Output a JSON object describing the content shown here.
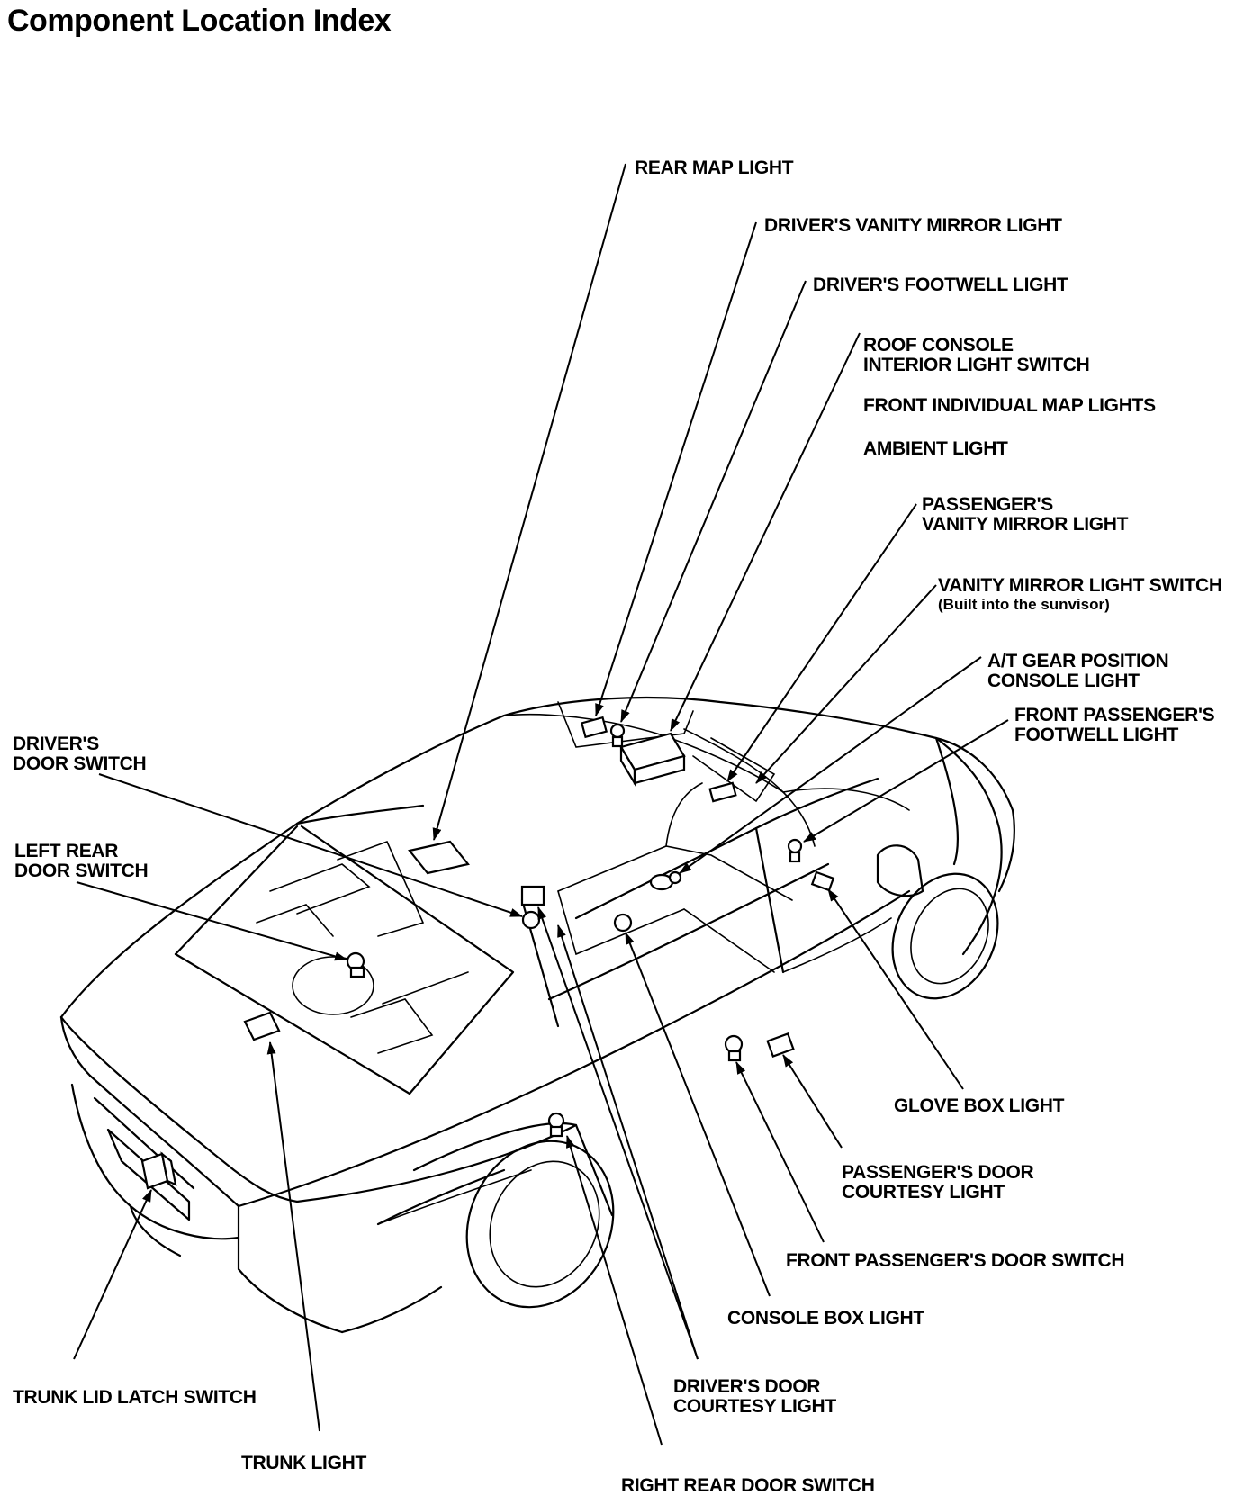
{
  "title": "Component Location Index",
  "labels": {
    "rear_map_light": [
      "REAR MAP LIGHT"
    ],
    "drivers_vanity_mirror_light": [
      "DRIVER'S VANITY MIRROR LIGHT"
    ],
    "drivers_footwell_light": [
      "DRIVER'S FOOTWELL LIGHT"
    ],
    "roof_console": [
      "ROOF CONSOLE",
      "INTERIOR LIGHT SWITCH"
    ],
    "front_individual_map_lights": [
      "FRONT INDIVIDUAL MAP LIGHTS"
    ],
    "ambient_light": [
      "AMBIENT LIGHT"
    ],
    "passengers_vanity_mirror_light": [
      "PASSENGER'S",
      "VANITY MIRROR LIGHT"
    ],
    "vanity_mirror_light_switch": [
      "VANITY MIRROR LIGHT SWITCH"
    ],
    "vanity_mirror_light_switch_note": "(Built into the sunvisor)",
    "at_gear_position_console_light": [
      "A/T GEAR POSITION",
      "CONSOLE LIGHT"
    ],
    "front_passengers_footwell_light": [
      "FRONT PASSENGER'S",
      "FOOTWELL LIGHT"
    ],
    "drivers_door_switch": [
      "DRIVER'S",
      "DOOR SWITCH"
    ],
    "left_rear_door_switch": [
      "LEFT REAR",
      "DOOR SWITCH"
    ],
    "glove_box_light": [
      "GLOVE BOX LIGHT"
    ],
    "passengers_door_courtesy_light": [
      "PASSENGER'S DOOR",
      "COURTESY LIGHT"
    ],
    "front_passengers_door_switch": [
      "FRONT PASSENGER'S DOOR SWITCH"
    ],
    "console_box_light": [
      "CONSOLE BOX LIGHT"
    ],
    "drivers_door_courtesy_light": [
      "DRIVER'S DOOR",
      "COURTESY LIGHT"
    ],
    "trunk_lid_latch_switch": [
      "TRUNK LID LATCH SWITCH"
    ],
    "trunk_light": [
      "TRUNK LIGHT"
    ],
    "right_rear_door_switch": [
      "RIGHT REAR DOOR SWITCH"
    ]
  }
}
